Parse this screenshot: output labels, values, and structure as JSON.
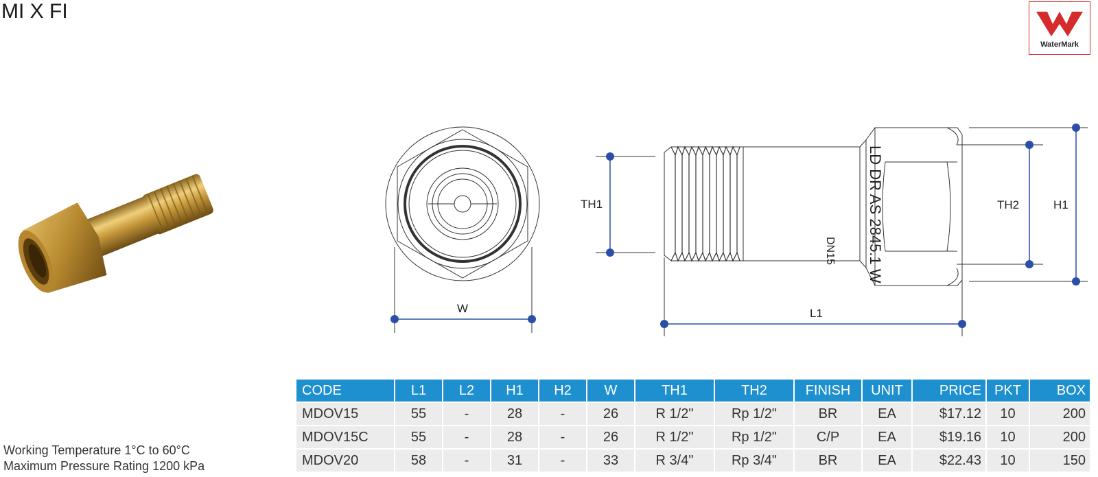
{
  "title": "MI X FI",
  "logo": {
    "text": "WaterMark",
    "color": "#d52b2b"
  },
  "diagram": {
    "labels": {
      "w": "W",
      "th1": "TH1",
      "l1": "L1",
      "th2": "TH2",
      "h1": "H1"
    },
    "body_marking": "LD DR AS 2845.1 W",
    "body_marking_small": "DN15",
    "accent_color": "#2b4fa8"
  },
  "specs": {
    "working_temperature": "Working Temperature  1°C to 60°C",
    "max_pressure": "Maximum Pressure Rating  1200 kPa"
  },
  "table": {
    "header_color": "#1e90cf",
    "headers": [
      "CODE",
      "L1",
      "L2",
      "H1",
      "H2",
      "W",
      "TH1",
      "TH2",
      "FINISH",
      "UNIT",
      "PRICE",
      "PKT",
      "BOX"
    ],
    "rows": [
      [
        "MDOV15",
        "55",
        "-",
        "28",
        "-",
        "26",
        "R 1/2\"",
        "Rp 1/2\"",
        "BR",
        "EA",
        "$17.12",
        "10",
        "200"
      ],
      [
        "MDOV15C",
        "55",
        "-",
        "28",
        "-",
        "26",
        "R 1/2\"",
        "Rp 1/2\"",
        "C/P",
        "EA",
        "$19.16",
        "10",
        "200"
      ],
      [
        "MDOV20",
        "58",
        "-",
        "31",
        "-",
        "33",
        "R 3/4\"",
        "Rp 3/4\"",
        "BR",
        "EA",
        "$22.43",
        "10",
        "150"
      ]
    ]
  }
}
